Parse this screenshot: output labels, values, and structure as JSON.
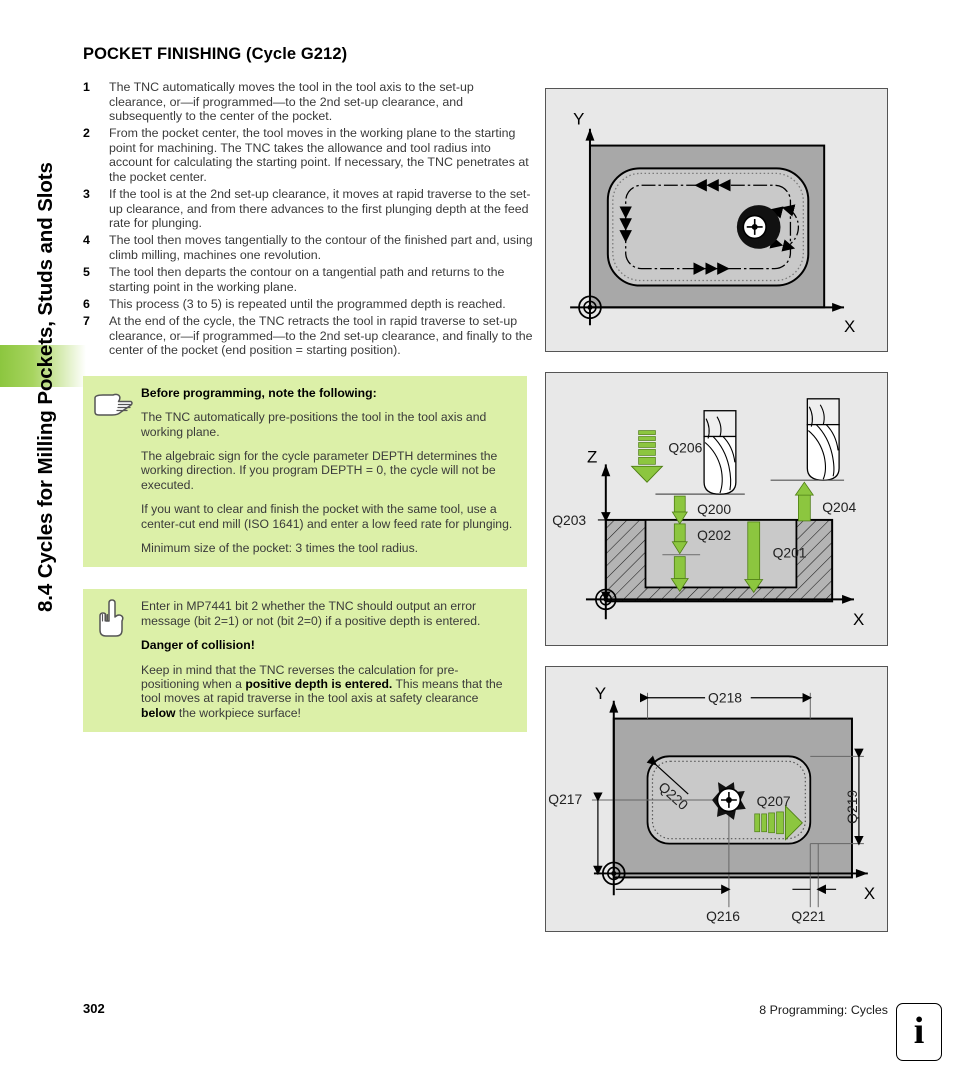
{
  "sidebar": {
    "running_head": "8.4 Cycles for Milling Pockets, Studs and Slots",
    "tab_color": "#8cc63f"
  },
  "page_title": "POCKET FINISHING (Cycle G212)",
  "steps": [
    {
      "num": "1",
      "text": "The TNC automatically moves the tool in the tool axis to the set-up clearance, or—if programmed—to the 2nd set-up clearance, and subsequently to the center of the pocket."
    },
    {
      "num": "2",
      "text": "From the pocket center, the tool moves in the working plane to the starting point for machining. The TNC takes the allowance and tool radius into account for calculating the starting point. If necessary, the TNC penetrates at the pocket center."
    },
    {
      "num": "3",
      "text": "If the tool is at the 2nd set-up clearance, it moves at rapid traverse to the set-up clearance, and from there advances to the first plunging depth at the feed rate for plunging."
    },
    {
      "num": "4",
      "text": "The tool then moves tangentially to the contour of the finished part and, using climb milling, machines one revolution."
    },
    {
      "num": "5",
      "text": "The tool then departs the contour on a tangential path and returns to the starting point in the working plane."
    },
    {
      "num": "6",
      "text": "This process (3 to 5) is repeated until the programmed depth is reached."
    },
    {
      "num": "7",
      "text": "At the end of the cycle, the TNC retracts the tool in rapid traverse to set-up clearance, or—if programmed—to the 2nd set-up clearance, and finally to the center of the pocket (end position = starting position)."
    }
  ],
  "note_box_1": {
    "icon": "pointing-hand-right-icon",
    "background": "#dcf0a8",
    "heading": "Before programming, note the following:",
    "paragraphs": [
      "The TNC automatically pre-positions the tool in the tool axis and working plane.",
      "The algebraic sign for the cycle parameter DEPTH determines the working direction. If you program DEPTH = 0, the cycle will not be executed.",
      "If you want to clear and finish the pocket with the same tool, use a center-cut end mill (ISO 1641) and enter a low feed rate for plunging.",
      "Minimum size of the pocket: 3 times the tool radius."
    ]
  },
  "note_box_2": {
    "icon": "pointing-hand-up-icon",
    "background": "#dcf0a8",
    "intro": "Enter in MP7441 bit 2 whether the TNC should output an error message (bit 2=1) or not (bit 2=0) if a positive depth is entered.",
    "heading": "Danger of collision!",
    "warning_parts": {
      "a": "Keep in mind that the TNC reverses the calculation for pre-positioning when a ",
      "b_bold": "positive depth is entered.",
      "c": " This means that the tool moves at rapid traverse in the tool axis at safety clearance ",
      "d_bold": "below",
      "e": " the workpiece surface!"
    }
  },
  "figures": [
    {
      "id": "figure-1",
      "caption_axes": {
        "vertical": "Y",
        "horizontal": "X"
      },
      "description": "Top view of rectangular pocket showing tool path with direction arrows and milling cutter at starting point"
    },
    {
      "id": "figure-2",
      "caption_axes": {
        "vertical": "Z",
        "horizontal": "X"
      },
      "labels": [
        "Q206",
        "Q200",
        "Q204",
        "Q203",
        "Q202",
        "Q201"
      ],
      "description": "Cross-section view showing plunging depths and clearances"
    },
    {
      "id": "figure-3",
      "caption_axes": {
        "vertical": "Y",
        "horizontal": "X"
      },
      "labels": [
        "Q218",
        "Q219",
        "Q220",
        "Q217",
        "Q207",
        "Q216",
        "Q221"
      ],
      "description": "Top view with dimensional callouts for pocket size and position"
    }
  ],
  "footer": {
    "page_number": "302",
    "section": "8 Programming: Cycles",
    "info_glyph": "i"
  }
}
